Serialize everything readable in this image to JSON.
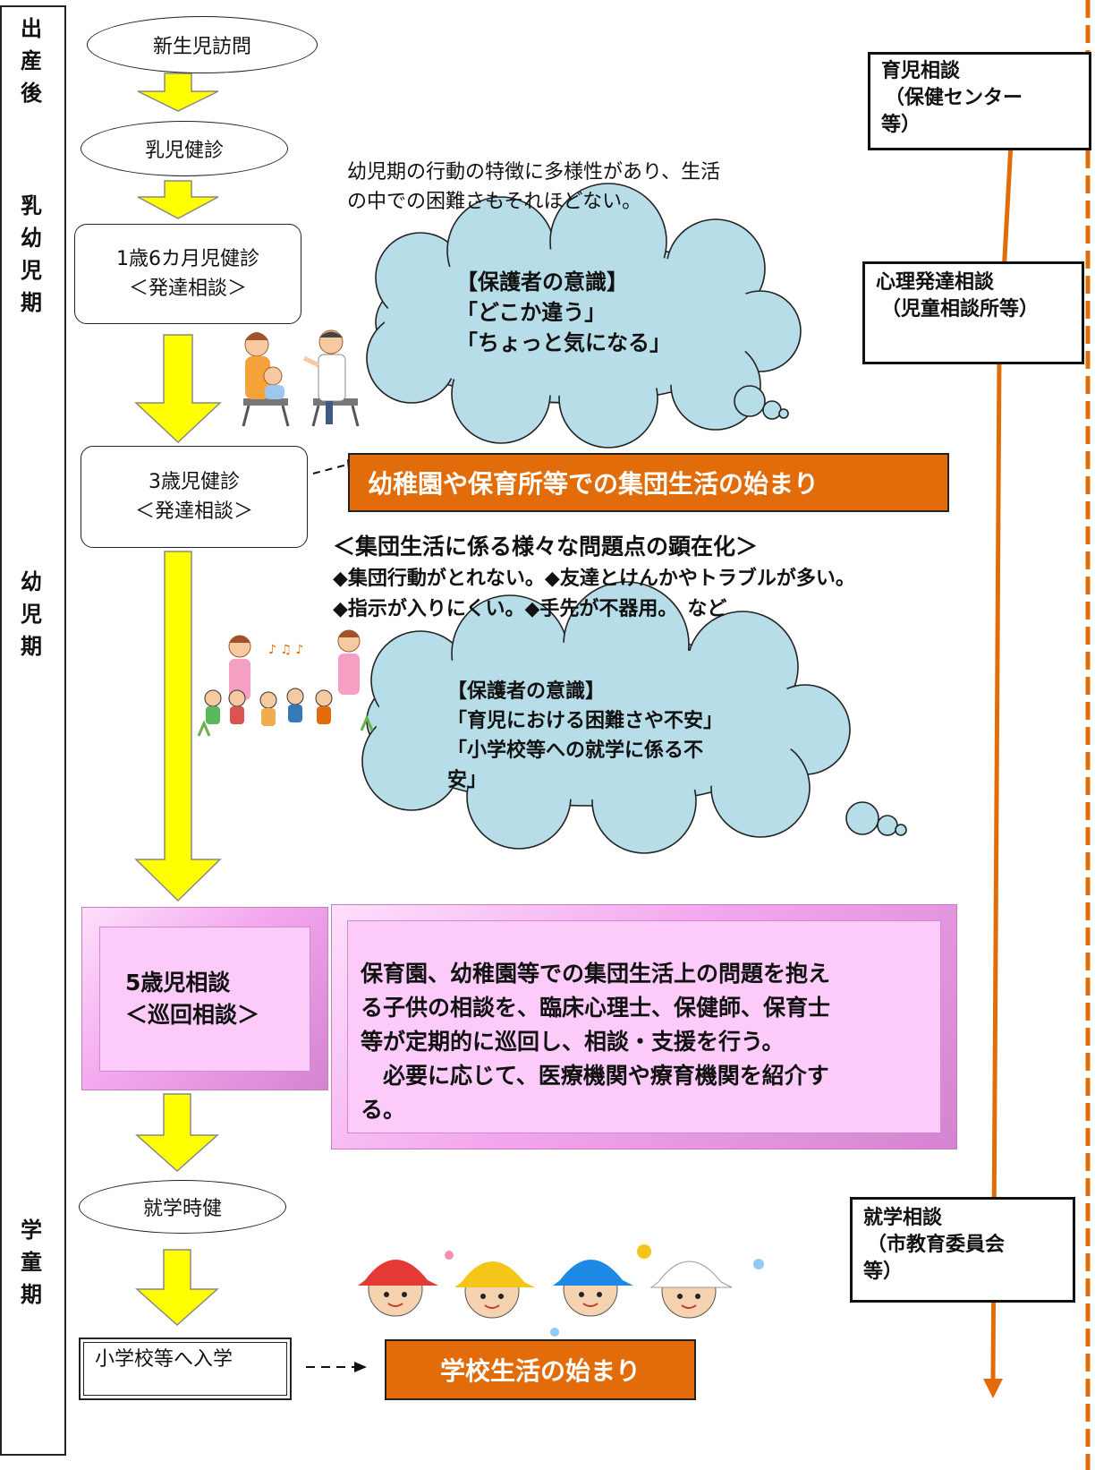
{
  "stages": [
    {
      "id": "postpartum",
      "label": "出産後"
    },
    {
      "id": "infancy",
      "label": "乳幼児期"
    },
    {
      "id": "early_childhood",
      "label": "幼児期"
    },
    {
      "id": "school_age",
      "label": "学童期"
    }
  ],
  "flow": {
    "newborn_visit": "新生児訪問",
    "infant_checkup": "乳児健診",
    "checkup_18m": {
      "line1": "1歳6カ月児健診",
      "line2": "＜発達相談＞"
    },
    "checkup_3y": {
      "line1": "3歳児健診",
      "line2": "＜発達相談＞"
    },
    "consult_5y": {
      "line1": "5歳児相談",
      "line2": "＜巡回相談＞"
    },
    "school_checkup": "就学時健",
    "school_entry": "小学校等へ入学"
  },
  "notes": {
    "infant_characteristics": [
      "幼児期の行動の特徴に多様性があり、生活",
      "の中での困難さもそれほどない。"
    ],
    "group_life_start": "幼稚園や保育所等での集団生活の始まり",
    "problems_title": "＜集団生活に係る様々な問題点の顕在化＞",
    "problems_line1": "◆集団行動がとれない。◆友達とけんかやトラブルが多い。",
    "problems_line2": "◆指示が入りにくい。◆手先が不器用。　など",
    "consult_description": [
      "保育園、幼稚園等での集団生活上の問題を抱え",
      "る子供の相談を、臨床心理士、保健師、保育士",
      "等が定期的に巡回し、相談・支援を行う。",
      "　必要に応じて、医療機関や療育機関を紹介す",
      "る。"
    ],
    "school_life_start": "学校生活の始まり"
  },
  "clouds": [
    {
      "lines": [
        "【保護者の意識】",
        "「どこか違う」",
        "「ちょっと気になる」"
      ]
    },
    {
      "lines": [
        "【保護者の意識】",
        "「育児における困難さや不安」",
        "「小学校等への就学に係る不",
        "安」"
      ]
    }
  ],
  "side_services": [
    {
      "lines": [
        "育児相談",
        "（保健センター",
        "等）"
      ]
    },
    {
      "lines": [
        "心理発達相談",
        "（児童相談所等）"
      ]
    },
    {
      "lines": [
        "就学相談",
        "（市教育委員会",
        "等）"
      ]
    }
  ],
  "colors": {
    "arrow_yellow": "#ffff00",
    "banner_orange": "#e36c0a",
    "cloud_blue": "#b7dde8",
    "consult_pink": "#fccbfa",
    "timeline_orange": "#e36c0a"
  },
  "illustrations": [
    "mother-baby-doctor-illustration",
    "teachers-children-illustration",
    "children-in-hats-illustration"
  ]
}
